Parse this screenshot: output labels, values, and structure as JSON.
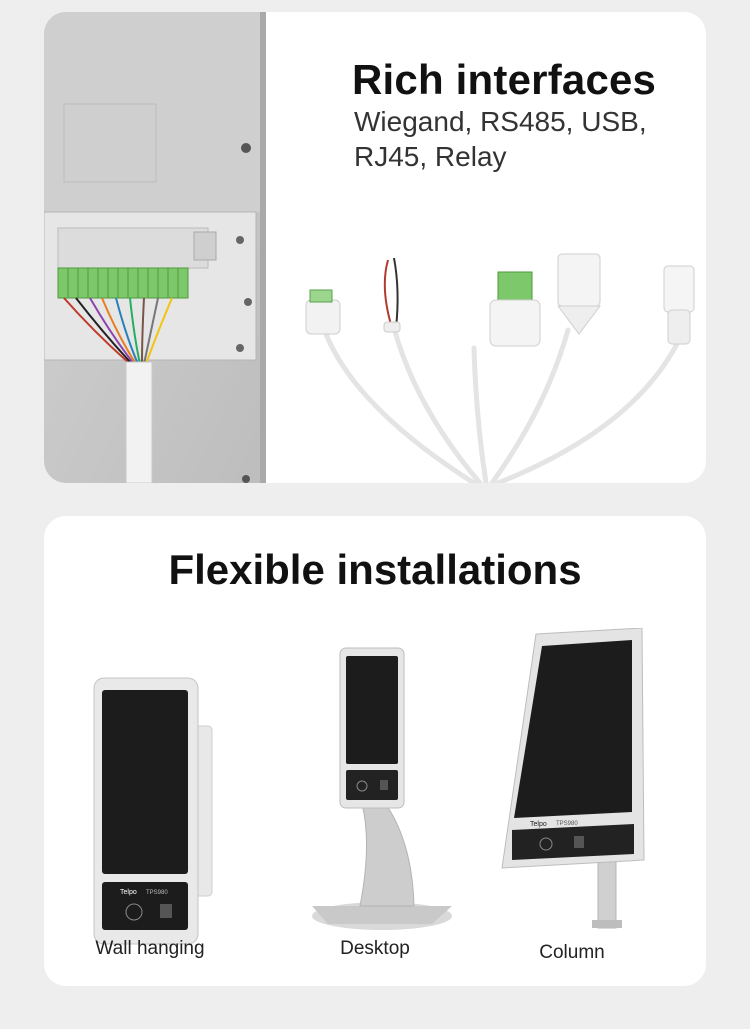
{
  "interfaces": {
    "title": "Rich interfaces",
    "subtitle_line1": "Wiegand, RS485, USB,",
    "subtitle_line2": "RJ45, Relay"
  },
  "installations": {
    "title": "Flexible installations",
    "options": [
      {
        "label": "Wall hanging"
      },
      {
        "label": "Desktop"
      },
      {
        "label": "Column"
      }
    ]
  },
  "device": {
    "brand_logo": "Telpo",
    "model": "TPS980"
  },
  "colors": {
    "page_bg": "#eeeeee",
    "card_bg": "#ffffff",
    "terminal_green": "#7cc86a"
  }
}
